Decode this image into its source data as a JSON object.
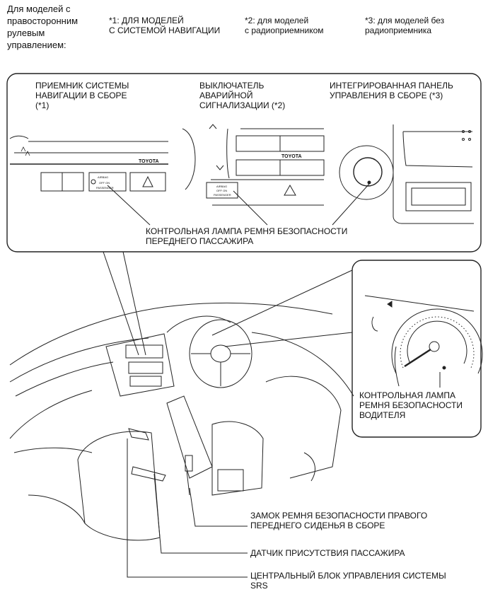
{
  "header": {
    "rhd_title": "Для моделей с\nправосторонним\nрулевым\nуправлением:",
    "note1": "*1: ДЛЯ МОДЕЛЕЙ\nС СИСТЕМОЙ НАВИГАЦИИ",
    "note2": "*2: для моделей\nс радиоприемником",
    "note3": "*3: для моделей без\nрадиоприемника"
  },
  "inset": {
    "nav_receiver": "ПРИЕМНИК СИСТЕМЫ\nНАВИГАЦИИ В СБОРЕ\n(*1)",
    "hazard_switch": "ВЫКЛЮЧАТЕЛЬ\nАВАРИЙНОЙ\nСИГНАЛИЗАЦИИ (*2)",
    "integrated_panel": "ИНТЕГРИРОВАННАЯ ПАНЕЛЬ\nУПРАВЛЕНИЯ В СБОРЕ (*3)",
    "passenger_belt_lamp": "КОНТРОЛЬНАЯ ЛАМПА РЕМНЯ БЕЗОПАСНОСТИ\nПЕРЕДНЕГО ПАССАЖИРА",
    "brand_1": "TOYOTA",
    "brand_2": "TOYOTA",
    "airbag_1": "AIRBAG",
    "off_on_1": "OFF  ON",
    "passenger_1": "PASSENGER",
    "airbag_2": "AIRBAG",
    "off_on_2": "OFF  ON",
    "passenger_2": "PASSENGER"
  },
  "cluster": {
    "driver_belt_lamp": "КОНТРОЛЬНАЯ ЛАМПА\nРЕМНЯ БЕЗОПАСНОСТИ\nВОДИТЕЛЯ"
  },
  "callouts": {
    "buckle": "ЗАМОК РЕМНЯ БЕЗОПАСНОСТИ ПРАВОГО\nПЕРЕДНЕГО СИДЕНЬЯ В СБОРЕ",
    "occupant_sensor": "ДАТЧИК ПРИСУТСТВИЯ ПАССАЖИРА",
    "srs_ecu": "ЦЕНТРАЛЬНЫЙ БЛОК УПРАВЛЕНИЯ СИСТЕМЫ\nSRS"
  }
}
